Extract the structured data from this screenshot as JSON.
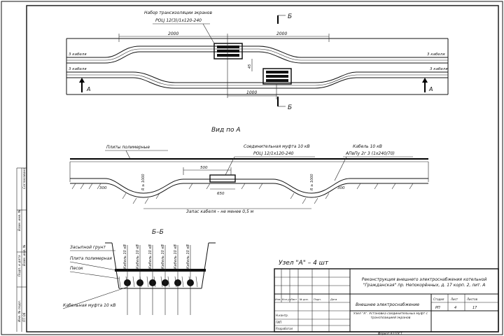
{
  "plan": {
    "coupling_set_label": "Набор трансизоляции экранов",
    "coupling_set_code": "POLJ 12(3)/1x120-240",
    "dim_left": "2000",
    "dim_right": "2000",
    "dim_bottom": "1000",
    "dim_vert": "45",
    "cable_label_ul": "3 кабеля",
    "cable_label_ur": "3 кабеля",
    "cable_label_ll": "3 кабеля",
    "cable_label_lr": "3 кабеля",
    "section_mark": "Б",
    "view_mark": "А"
  },
  "view_a": {
    "title": "Вид по А",
    "slabs_label": "Плиты полимерные",
    "coupling_label": "Соединительная муфта 10 кВ",
    "coupling_code": "POLJ 12/1x120-240",
    "cable_label": "Кабель 10 кВ",
    "cable_code": "АПвПу 2г 3 (1х240/70)",
    "dim_500": "500",
    "dim_650": "650",
    "dim_1000a": "R ≥ 1000",
    "dim_1000b": "R ≥ 1000",
    "dim_300a": "300",
    "dim_300b": "300",
    "reserve_label": "Запас кабеля – не менее 0,5 м"
  },
  "section_bb": {
    "title": "Б–Б",
    "fill_soil": "Засыпной грунт",
    "polymer_slab": "Плита полимерная",
    "sand": "Песок",
    "cable_coupling": "Кабельная муфта 10 кВ",
    "cable_tags": [
      "Кабель 10 кВ",
      "Кабель 10 кВ",
      "Кабель 10 кВ",
      "Кабель 10 кВ",
      "Кабель 10 кВ",
      "Кабель 10 кВ"
    ]
  },
  "node": {
    "title": "Узел \"А\" – 4 шт"
  },
  "title_block": {
    "project": "Реконструкция внешнего электроснабжения котельной \"Гражданская\" пр. Непокорённых, д. 17 корп. 2, лит. А",
    "section": "Внешнее электроснабжение",
    "sheet_name": "Узел \"А\". Установка соединительных муфт с транспозицией экранов",
    "col_stage": "Стадия",
    "col_sheet": "Лист",
    "col_sheets": "Листов",
    "stage": "РП",
    "sheet": "4",
    "sheets": "17",
    "format": "Формат А3 ГОСТ",
    "rows": [
      "Изм.",
      "Кол.уч",
      "Лист",
      "№ док.",
      "Подп.",
      "Дата"
    ],
    "role_1": "Разработал",
    "role_2": "ГИП",
    "role_3": "Н.контр."
  },
  "side_stamp": {
    "items": [
      "Взам. инв. №",
      "Подп. и дата",
      "Инв. № подл.",
      "Согласовано"
    ]
  }
}
